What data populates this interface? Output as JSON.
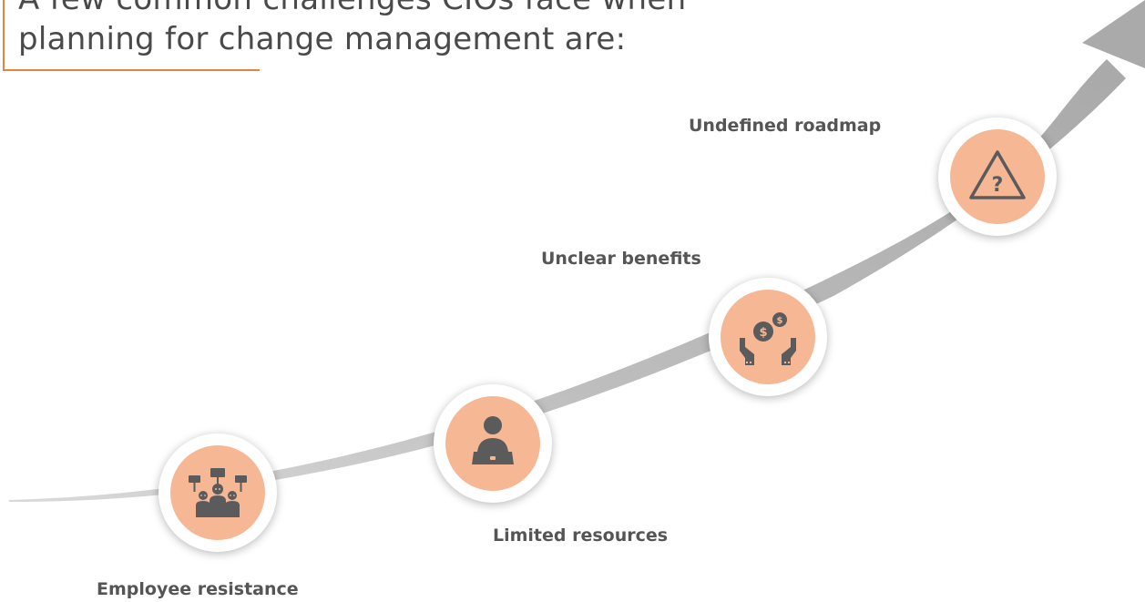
{
  "title": {
    "line1": "A few common challenges CIOs face when",
    "line2": "planning for change management are:"
  },
  "colors": {
    "accent": "#e8833f",
    "circle_fill": "#f6b795",
    "icon": "#5b5b5b",
    "arrow": "#b3b3b3",
    "text": "#4a4a4a"
  },
  "steps": [
    {
      "label": "Employee resistance",
      "icon": "protest-crowd-icon"
    },
    {
      "label": "Limited resources",
      "icon": "person-laptop-icon"
    },
    {
      "label": "Unclear benefits",
      "icon": "hands-coins-icon"
    },
    {
      "label": "Undefined roadmap",
      "icon": "warning-question-icon"
    }
  ]
}
